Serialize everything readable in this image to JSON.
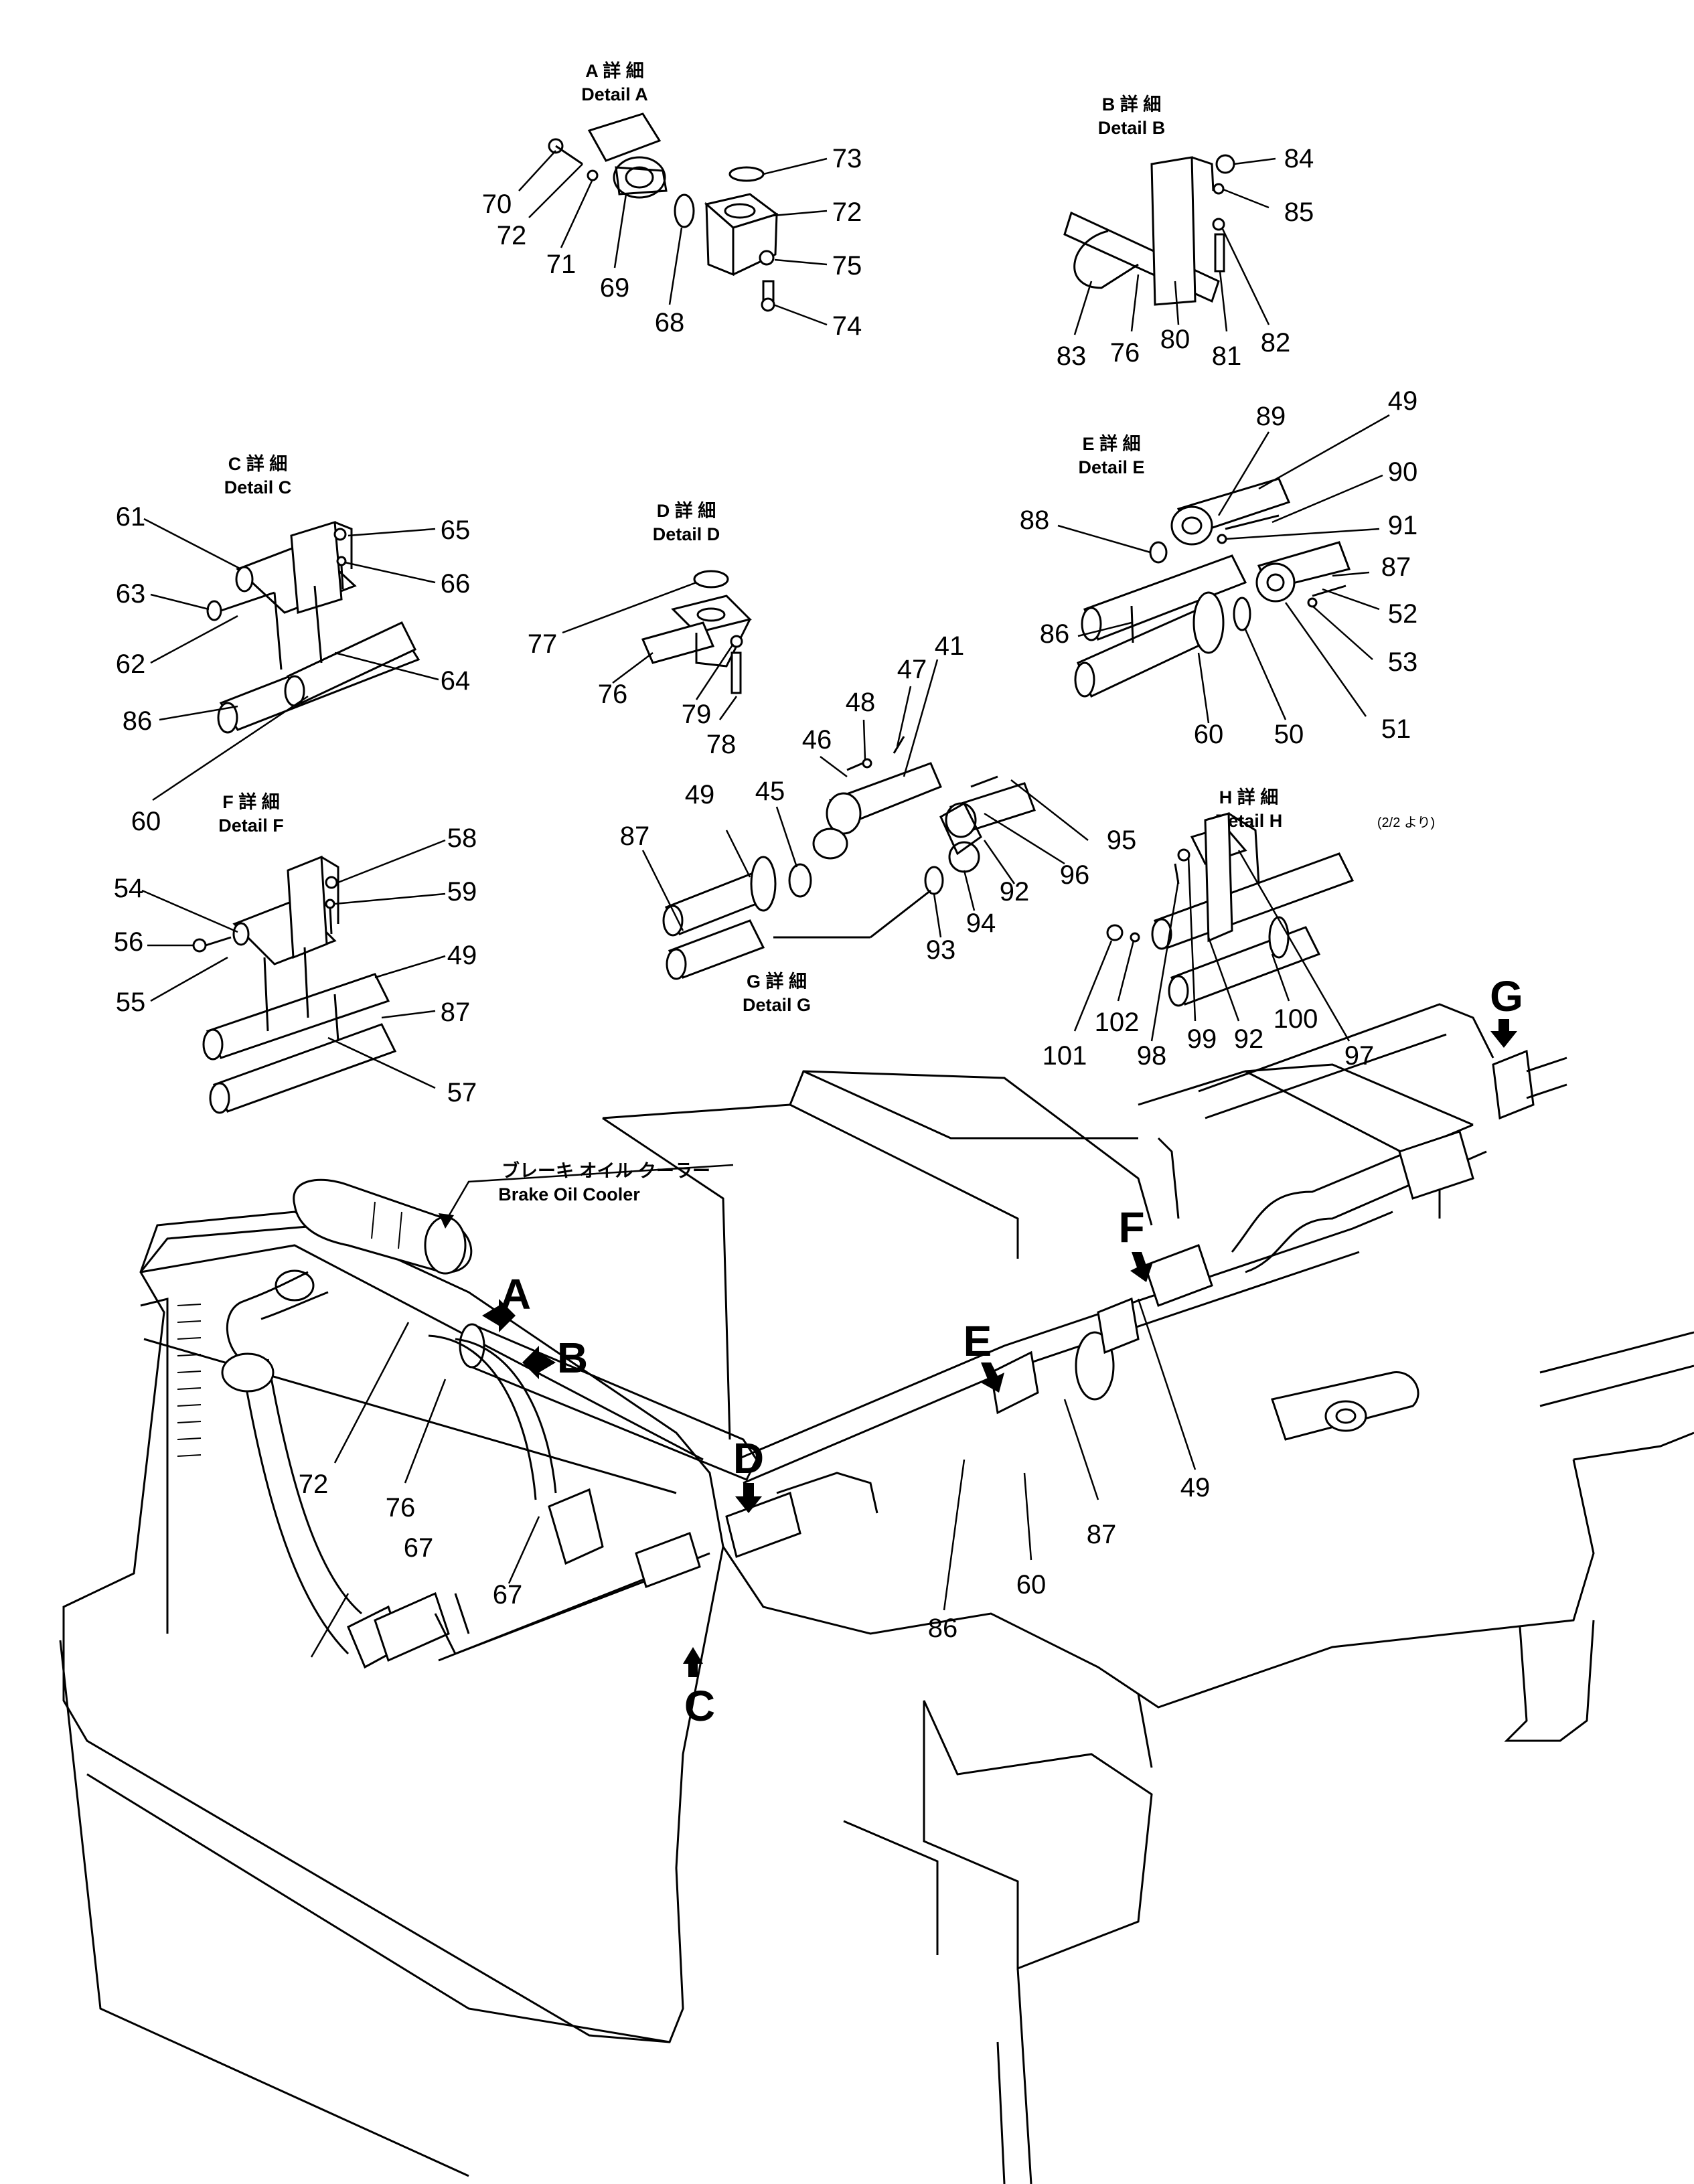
{
  "details": [
    {
      "id": "A",
      "jp": "A 詳 細",
      "en": "Detail  A"
    },
    {
      "id": "B",
      "jp": "B 詳 細",
      "en": "Detail  B"
    },
    {
      "id": "C",
      "jp": "C 詳 細",
      "en": "Detail  C"
    },
    {
      "id": "D",
      "jp": "D 詳 細",
      "en": "Detail  D"
    },
    {
      "id": "E",
      "jp": "E 詳 細",
      "en": "Detail  E"
    },
    {
      "id": "F",
      "jp": "F 詳 細",
      "en": "Detail  F"
    },
    {
      "id": "G",
      "jp": "G 詳 細",
      "en": "Detail  G"
    },
    {
      "id": "H",
      "jp": "H 詳 細",
      "en": "Detail  H"
    }
  ],
  "detail_h_note": "(2/2 より)",
  "brake_oil_cooler": {
    "jp": "ブレーキ オイル クーラー",
    "en": "Brake Oil Cooler"
  },
  "view_markers": [
    "A",
    "B",
    "C",
    "D",
    "E",
    "F",
    "G"
  ],
  "part_numbers": {
    "detail_a": [
      "70",
      "72",
      "71",
      "69",
      "68",
      "73",
      "72",
      "75",
      "74"
    ],
    "detail_b": [
      "84",
      "85",
      "83",
      "76",
      "80",
      "81",
      "82"
    ],
    "detail_c": [
      "61",
      "65",
      "66",
      "63",
      "62",
      "86",
      "64",
      "60"
    ],
    "detail_d": [
      "77",
      "76",
      "79",
      "78"
    ],
    "detail_e": [
      "89",
      "49",
      "90",
      "91",
      "88",
      "87",
      "52",
      "53",
      "86",
      "60",
      "50",
      "51"
    ],
    "detail_f": [
      "58",
      "59",
      "54",
      "56",
      "49",
      "55",
      "87",
      "57"
    ],
    "detail_g": [
      "41",
      "47",
      "48",
      "46",
      "45",
      "87",
      "49",
      "95",
      "96",
      "92",
      "94",
      "93"
    ],
    "detail_h": [
      "101",
      "102",
      "98",
      "99",
      "92",
      "100",
      "97"
    ],
    "main": [
      "72",
      "76",
      "67",
      "67",
      "86",
      "60",
      "87",
      "49"
    ]
  }
}
